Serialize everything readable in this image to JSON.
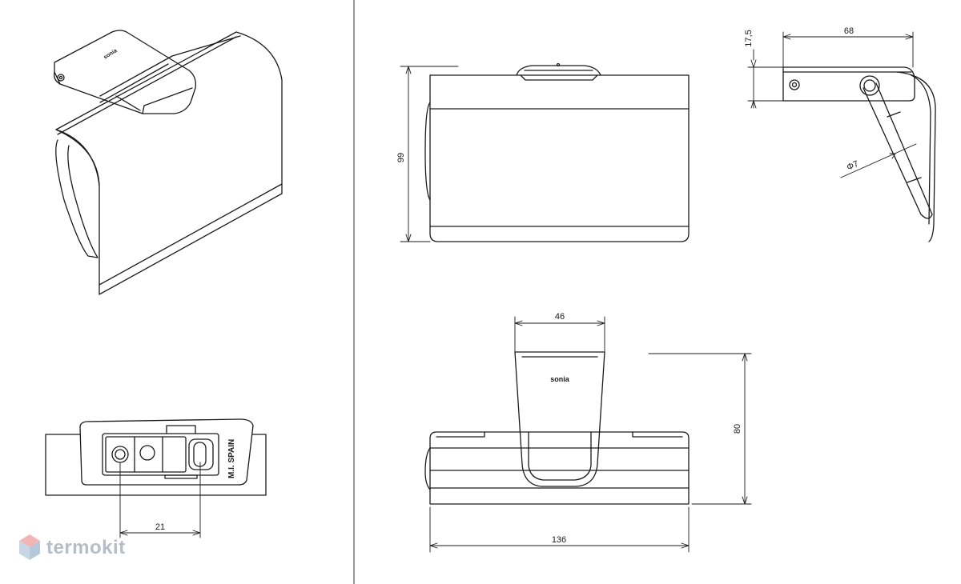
{
  "dimensions": {
    "height_99": "99",
    "width_68": "68",
    "depth_17_5": "17,5",
    "rod_diameter": "Φ7",
    "top_width_46": "46",
    "height_80": "80",
    "length_136": "136",
    "hole_spacing_21": "21"
  },
  "markings": {
    "brand_small_iso": "sonia",
    "brand_bottom_view": "sonia",
    "origin": "M.I. SPAIN"
  },
  "watermark": {
    "name": "termokit"
  },
  "colors": {
    "line": "#1a1a1a",
    "divider": "#555555",
    "watermark": "#7a8a98"
  }
}
